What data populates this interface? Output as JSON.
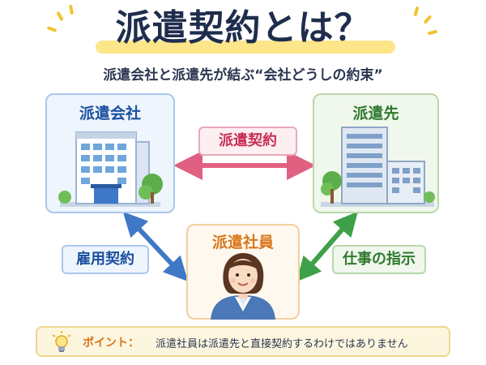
{
  "title": "派遣契約とは？",
  "subtitle": "派遣会社と派遣先が結ぶ“会社どうしの約束”",
  "nodes": {
    "haken_kaisha": "派遣会社",
    "hakensaki": "派遣先",
    "haken_shain": "派遣社員"
  },
  "relations": {
    "haken_keiyaku": "派遣契約",
    "koyo_keiyaku": "雇用契約",
    "shigoto_shiji": "仕事の指示"
  },
  "point": {
    "label": "ポイント：",
    "text": "派遣社員は派遣先と直接契約するわけではありません"
  },
  "colors": {
    "navy": "#1f2d4d",
    "blue": "#1a4fa0",
    "green": "#2e7a2e",
    "orange": "#d9751a",
    "pink": "#c72c54",
    "highlight": "#fde58a"
  }
}
